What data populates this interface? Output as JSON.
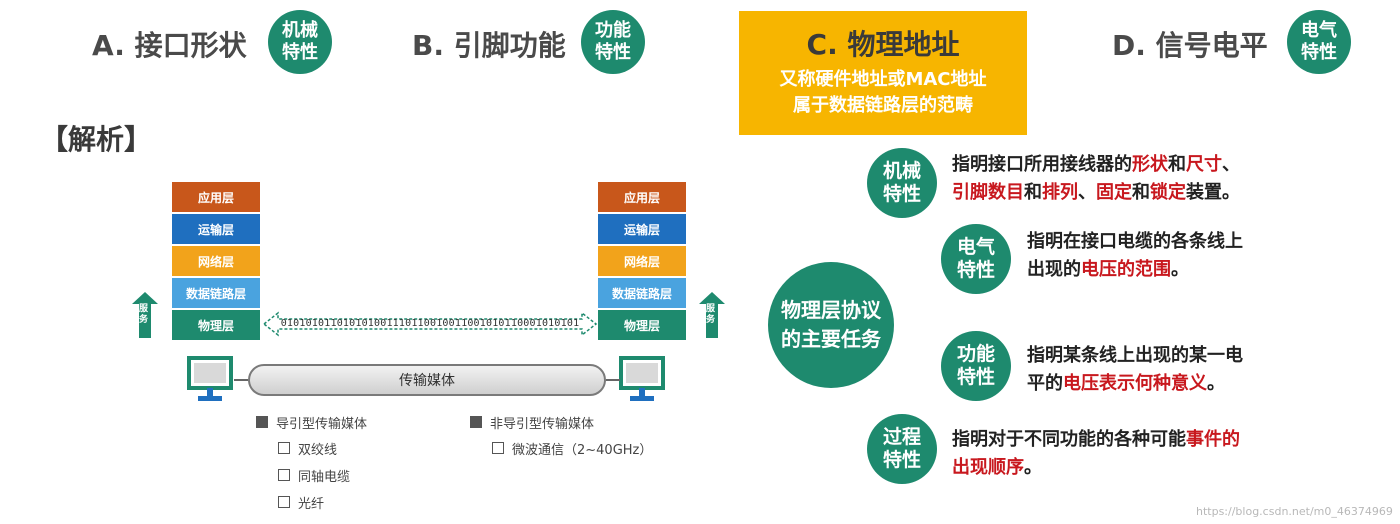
{
  "options": [
    {
      "label": "A. 接口形状",
      "badge": [
        "机械",
        "特性"
      ]
    },
    {
      "label": "B. 引脚功能",
      "badge": [
        "功能",
        "特性"
      ]
    },
    {
      "label": "C. 物理地址",
      "sub": [
        "又称硬件地址或MAC地址",
        "属于数据链路层的范畴"
      ]
    },
    {
      "label": "D. 信号电平",
      "badge": [
        "电气",
        "特性"
      ]
    }
  ],
  "analysis_title": "【解析】",
  "stack_layers": [
    "应用层",
    "运输层",
    "网络层",
    "数据链路层",
    "物理层"
  ],
  "layer_colors": [
    "#c8571b",
    "#1f6fbf",
    "#f2a31b",
    "#4aa3df",
    "#1e8a6e"
  ],
  "service_label": [
    "服",
    "务"
  ],
  "bitstream": "010101011010101001110110010011001010110001010101",
  "medium_label": "传输媒体",
  "guided": {
    "title": "导引型传输媒体",
    "items": [
      "双绞线",
      "同轴电缆",
      "光纤"
    ]
  },
  "unguided": {
    "title": "非导引型传输媒体",
    "items": [
      "微波通信（2~40GHz）"
    ]
  },
  "center": [
    "物理层协议",
    "的主要任务"
  ],
  "tasks": [
    {
      "badge": [
        "机械",
        "特性"
      ],
      "lines": [
        [
          {
            "t": "指明接口所用接线器的"
          },
          {
            "t": "形状",
            "r": true
          },
          {
            "t": "和"
          },
          {
            "t": "尺寸",
            "r": true
          },
          {
            "t": "、"
          }
        ],
        [
          {
            "t": "引脚数目",
            "r": true
          },
          {
            "t": "和"
          },
          {
            "t": "排列",
            "r": true
          },
          {
            "t": "、"
          },
          {
            "t": "固定",
            "r": true
          },
          {
            "t": "和"
          },
          {
            "t": "锁定",
            "r": true
          },
          {
            "t": "装置。"
          }
        ]
      ]
    },
    {
      "badge": [
        "电气",
        "特性"
      ],
      "lines": [
        [
          {
            "t": "指明在接口电缆的各条线上"
          }
        ],
        [
          {
            "t": "出现的"
          },
          {
            "t": "电压的范围",
            "r": true
          },
          {
            "t": "。"
          }
        ]
      ]
    },
    {
      "badge": [
        "功能",
        "特性"
      ],
      "lines": [
        [
          {
            "t": "指明某条线上出现的某一电"
          }
        ],
        [
          {
            "t": "平的"
          },
          {
            "t": "电压表示何种意义",
            "r": true
          },
          {
            "t": "。"
          }
        ]
      ]
    },
    {
      "badge": [
        "过程",
        "特性"
      ],
      "lines": [
        [
          {
            "t": "指明对于不同功能的各种可能"
          },
          {
            "t": "事件的",
            "r": true
          }
        ],
        [
          {
            "t": "出现顺序",
            "r": true
          },
          {
            "t": "。"
          }
        ]
      ]
    }
  ],
  "watermark": "https://blog.csdn.net/m0_46374969"
}
